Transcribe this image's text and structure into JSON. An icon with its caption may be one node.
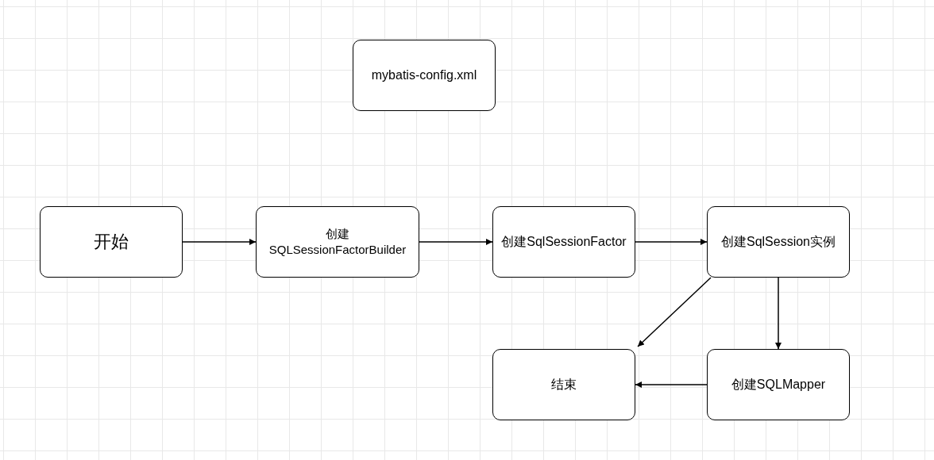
{
  "diagram": {
    "nodes": [
      {
        "text": [
          "mybatis-config.xml"
        ]
      },
      {
        "text": [
          "开始"
        ]
      },
      {
        "text": [
          "创建SQLSessionFactorBuilder"
        ]
      },
      {
        "text": [
          "创建SqlSessionFactor"
        ]
      },
      {
        "text": [
          "创建SqlSession实例"
        ]
      },
      {
        "text": [
          "结束"
        ]
      },
      {
        "text": [
          "创建SQLMapper"
        ]
      }
    ],
    "edges": [
      {
        "from": 1,
        "to": 2,
        "arrow": "to"
      },
      {
        "from": 2,
        "to": 3,
        "arrow": "to"
      },
      {
        "from": 3,
        "to": 4,
        "arrow": "to"
      },
      {
        "from": 4,
        "to": 5,
        "arrow": "to"
      },
      {
        "from": 4,
        "to": 6,
        "arrow": "to"
      },
      {
        "from": 6,
        "to": 5,
        "arrow": "to"
      }
    ]
  }
}
